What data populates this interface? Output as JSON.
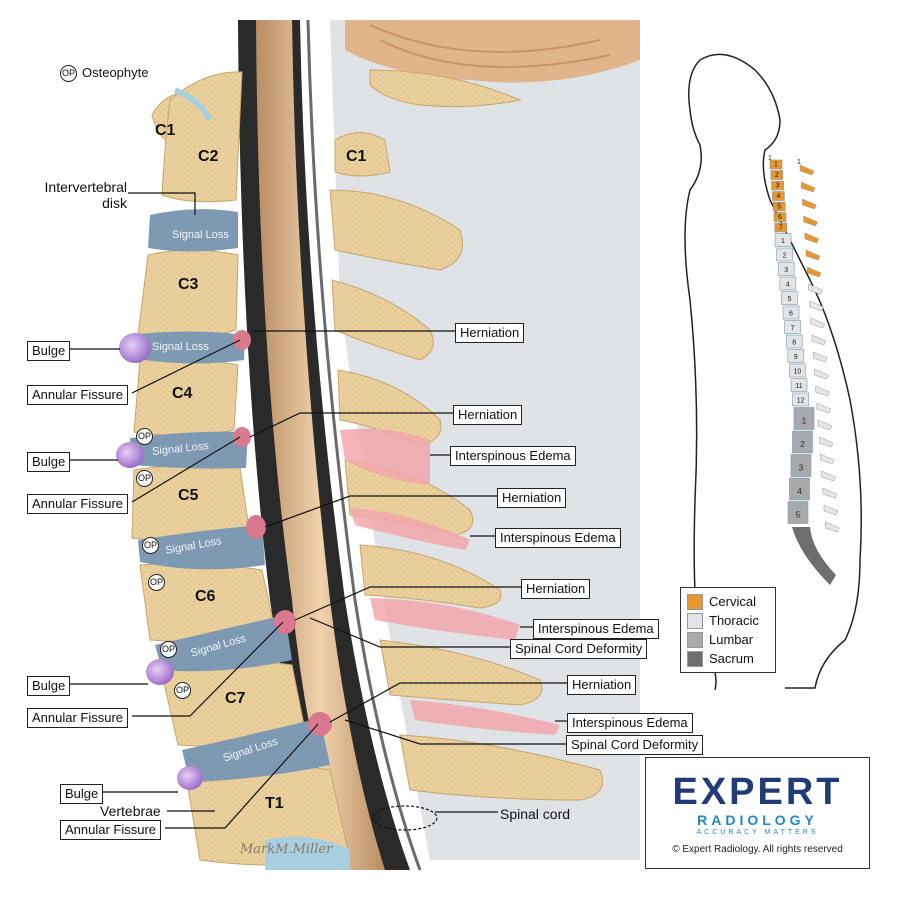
{
  "legend_top": {
    "symbol": "OP",
    "label": "Osteophyte"
  },
  "vertebrae_front": [
    "C1",
    "C2",
    "C3",
    "C4",
    "C5",
    "C6",
    "C7",
    "T1"
  ],
  "spinous_c1": "C1",
  "disk_label": "Signal Loss",
  "labels": {
    "intervertebral": "Intervertebral\ndisk",
    "bulge": "Bulge",
    "annular_fissure": "Annular Fissure",
    "vertebrae": "Vertebrae",
    "herniation": "Herniation",
    "interspinous_edema": "Interspinous Edema",
    "spinal_cord_deformity": "Spinal Cord Deformity",
    "spinal_cord": "Spinal cord"
  },
  "op_symbol": "OP",
  "silhouette": {
    "cervical_numbers": [
      "1",
      "2",
      "3",
      "4",
      "5",
      "6",
      "7"
    ],
    "thoracic_numbers": [
      "1",
      "2",
      "3",
      "4",
      "5",
      "6",
      "7",
      "8",
      "9",
      "10",
      "11",
      "12"
    ],
    "lumbar_numbers": [
      "1",
      "2",
      "3",
      "4",
      "5"
    ],
    "top_marker_left": "1",
    "top_marker_right": "1"
  },
  "legend": [
    {
      "label": "Cervical",
      "color": "#e8962e"
    },
    {
      "label": "Thoracic",
      "color": "#e2e4e6"
    },
    {
      "label": "Lumbar",
      "color": "#a7a9ac"
    },
    {
      "label": "Sacrum",
      "color": "#6d6e70"
    }
  ],
  "logo": {
    "word": "EXPERT",
    "sub": "RADIOLOGY",
    "tagline": "ACCURACY MATTERS",
    "copyright": "© Expert Radiology. All rights reserved"
  },
  "signature": "MarkM.Miller",
  "colors": {
    "bone": "#e8cf9a",
    "disk": "#8fa8bd",
    "bulge": "#b892d8",
    "herniation": "#d9788f",
    "edema": "#f2a7ab",
    "cord": "#d8b68c",
    "csf": "#2a2a2a"
  }
}
